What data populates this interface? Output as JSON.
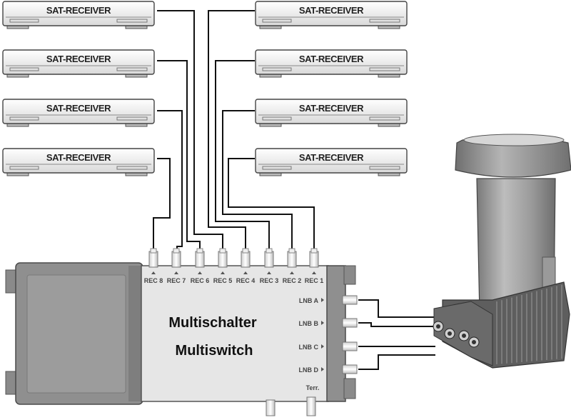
{
  "receivers": [
    {
      "label": "SAT-RECEIVER"
    },
    {
      "label": "SAT-RECEIVER"
    },
    {
      "label": "SAT-RECEIVER"
    },
    {
      "label": "SAT-RECEIVER"
    },
    {
      "label": "SAT-RECEIVER"
    },
    {
      "label": "SAT-RECEIVER"
    },
    {
      "label": "SAT-RECEIVER"
    },
    {
      "label": "SAT-RECEIVER"
    }
  ],
  "multiswitch": {
    "title_line1": "Multischalter",
    "title_line2": "Multiswitch",
    "outputs": [
      "REC 8",
      "REC 7",
      "REC 6",
      "REC 5",
      "REC 4",
      "REC 3",
      "REC 2",
      "REC 1"
    ],
    "inputs": [
      "LNB A",
      "LNB B",
      "LNB C",
      "LNB D"
    ],
    "terrestrial": "Terr."
  }
}
